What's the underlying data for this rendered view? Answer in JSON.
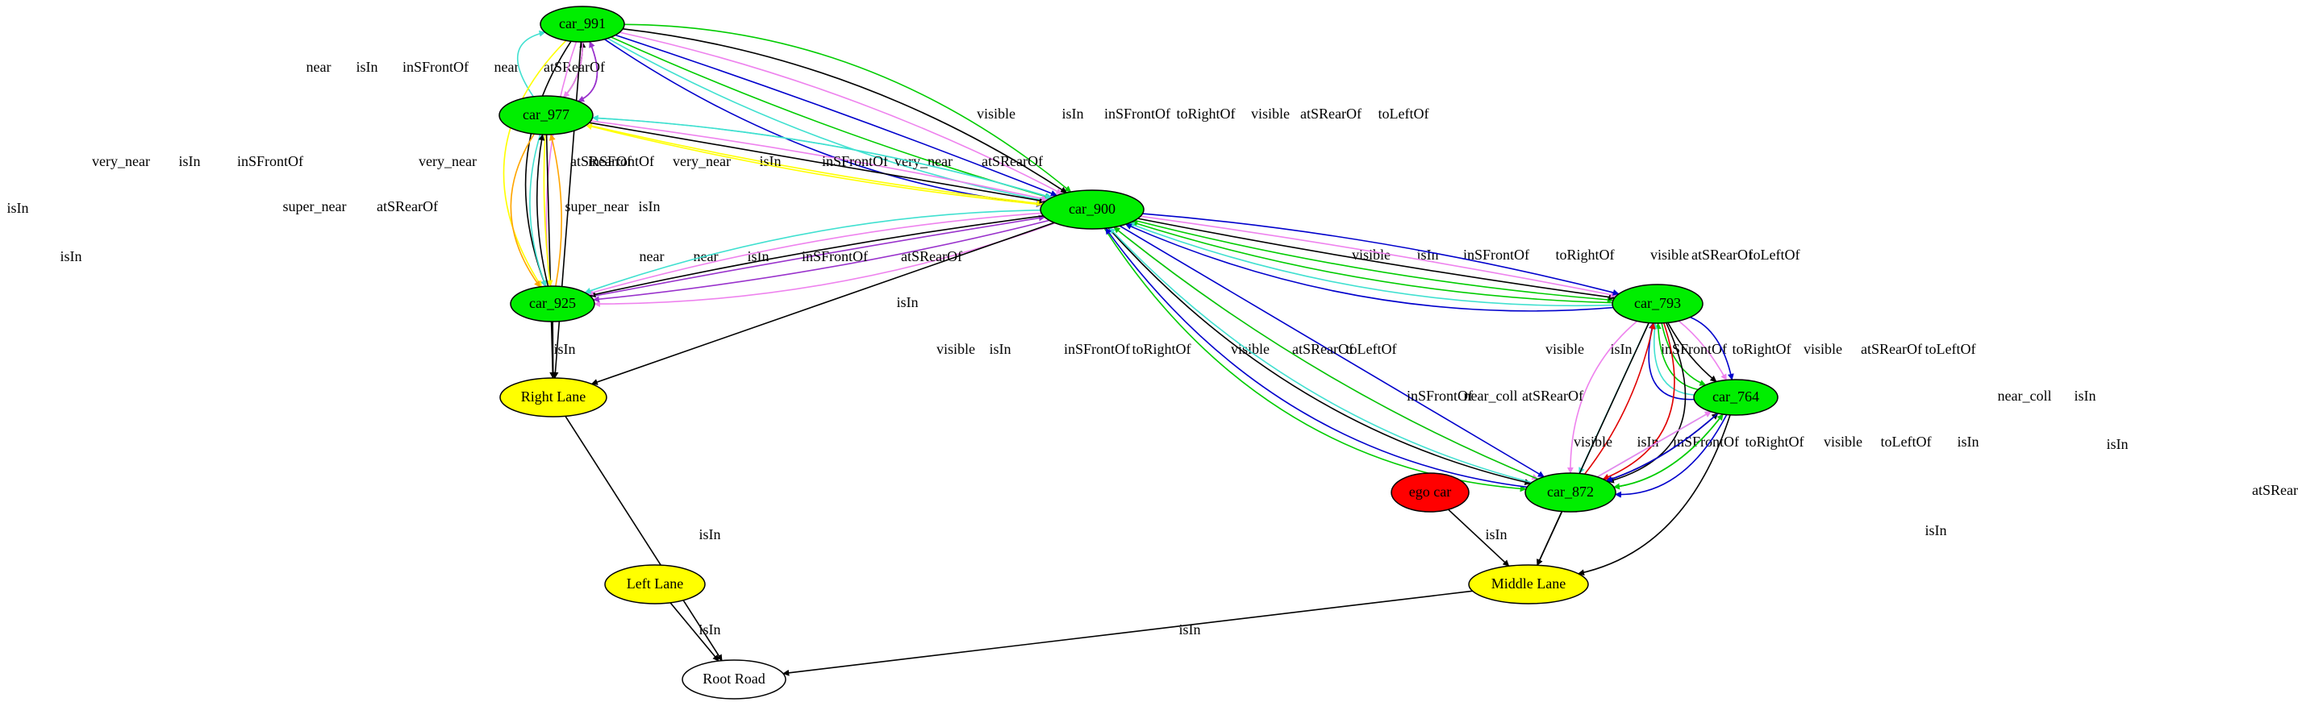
{
  "colors": {
    "black": "#000000",
    "green": "#00cc00",
    "violet": "#ee82ee",
    "blue": "#0000cc",
    "turquoise": "#40e0d0",
    "yellow": "#ffff00",
    "orange": "#ffa500",
    "purple": "#9932cc",
    "red": "#e00000",
    "car_fill": "#00ee00",
    "lane_fill": "#ffff00",
    "ego_fill": "#ff0000",
    "road_fill": "#ffffff"
  },
  "nodes": [
    {
      "id": "car_991",
      "label": "car_991",
      "kind": "car"
    },
    {
      "id": "car_977",
      "label": "car_977",
      "kind": "car"
    },
    {
      "id": "car_900",
      "label": "car_900",
      "kind": "car"
    },
    {
      "id": "car_925",
      "label": "car_925",
      "kind": "car"
    },
    {
      "id": "car_793",
      "label": "car_793",
      "kind": "car"
    },
    {
      "id": "car_764",
      "label": "car_764",
      "kind": "car"
    },
    {
      "id": "car_872",
      "label": "car_872",
      "kind": "car"
    },
    {
      "id": "ego_car",
      "label": "ego car",
      "kind": "ego"
    },
    {
      "id": "right_lane",
      "label": "Right Lane",
      "kind": "lane"
    },
    {
      "id": "left_lane",
      "label": "Left Lane",
      "kind": "lane"
    },
    {
      "id": "middle_lane",
      "label": "Middle Lane",
      "kind": "lane"
    },
    {
      "id": "root_road",
      "label": "Root Road",
      "kind": "road"
    }
  ],
  "edges": [
    {
      "from": "car_977",
      "to": "car_991",
      "label": "near",
      "color": "purple"
    },
    {
      "from": "car_977",
      "to": "car_991",
      "label": "isIn",
      "color": "black"
    },
    {
      "from": "car_991",
      "to": "car_977",
      "label": "inSFrontOf",
      "color": "violet"
    },
    {
      "from": "car_991",
      "to": "car_977",
      "label": "near",
      "color": "purple"
    },
    {
      "from": "car_977",
      "to": "car_991",
      "label": "atSRearOf",
      "color": "turquoise"
    },
    {
      "from": "car_991",
      "to": "right_lane",
      "label": "isIn",
      "color": "black"
    },
    {
      "from": "car_991",
      "to": "car_925",
      "label": "very_near",
      "color": "yellow"
    },
    {
      "from": "car_991",
      "to": "car_925",
      "label": "isIn",
      "color": "black"
    },
    {
      "from": "car_991",
      "to": "car_925",
      "label": "inSFrontOf",
      "color": "violet"
    },
    {
      "from": "car_991",
      "to": "car_900",
      "label": "visible",
      "color": "green"
    },
    {
      "from": "car_991",
      "to": "car_900",
      "label": "isIn",
      "color": "black"
    },
    {
      "from": "car_991",
      "to": "car_900",
      "label": "inSFrontOf",
      "color": "violet"
    },
    {
      "from": "car_991",
      "to": "car_900",
      "label": "toRightOf",
      "color": "blue"
    },
    {
      "from": "car_991",
      "to": "car_900",
      "label": "visible",
      "color": "green"
    },
    {
      "from": "car_991",
      "to": "car_900",
      "label": "atSRearOf",
      "color": "turquoise"
    },
    {
      "from": "car_991",
      "to": "car_900",
      "label": "toLeftOf",
      "color": "blue"
    },
    {
      "from": "car_977",
      "to": "right_lane",
      "label": "isIn",
      "color": "black"
    },
    {
      "from": "car_977",
      "to": "car_925",
      "label": "super_near",
      "color": "orange"
    },
    {
      "from": "car_977",
      "to": "car_925",
      "label": "atSRearOf",
      "color": "turquoise"
    },
    {
      "from": "car_977",
      "to": "car_925",
      "label": "very_near",
      "color": "yellow"
    },
    {
      "from": "car_925",
      "to": "car_977",
      "label": "super_near",
      "color": "orange"
    },
    {
      "from": "car_925",
      "to": "car_977",
      "label": "isIn",
      "color": "black"
    },
    {
      "from": "car_900",
      "to": "car_977",
      "label": "atSRearOf",
      "color": "turquoise"
    },
    {
      "from": "car_977",
      "to": "car_900",
      "label": "very_near",
      "color": "yellow"
    },
    {
      "from": "car_977",
      "to": "car_900",
      "label": "isIn",
      "color": "black"
    },
    {
      "from": "car_977",
      "to": "car_900",
      "label": "inSFrontOf",
      "color": "violet"
    },
    {
      "from": "car_900",
      "to": "car_977",
      "label": "very_near",
      "color": "yellow"
    },
    {
      "from": "car_977",
      "to": "car_900",
      "label": "atSRearOf",
      "color": "turquoise"
    },
    {
      "from": "car_900",
      "to": "car_925",
      "label": "inSFrontOf",
      "color": "violet"
    },
    {
      "from": "car_900",
      "to": "car_925",
      "label": "near",
      "color": "purple"
    },
    {
      "from": "car_925",
      "to": "car_900",
      "label": "near",
      "color": "purple"
    },
    {
      "from": "car_900",
      "to": "car_925",
      "label": "isIn",
      "color": "black"
    },
    {
      "from": "car_900",
      "to": "car_925",
      "label": "inSFrontOf",
      "color": "violet"
    },
    {
      "from": "car_900",
      "to": "car_925",
      "label": "atSRearOf",
      "color": "turquoise"
    },
    {
      "from": "car_900",
      "to": "right_lane",
      "label": "isIn",
      "color": "black"
    },
    {
      "from": "car_925",
      "to": "right_lane",
      "label": "isIn",
      "color": "black"
    },
    {
      "from": "right_lane",
      "to": "root_road",
      "label": "isIn",
      "color": "black"
    },
    {
      "from": "left_lane",
      "to": "root_road",
      "label": "isIn",
      "color": "black"
    },
    {
      "from": "middle_lane",
      "to": "root_road",
      "label": "isIn",
      "color": "black"
    },
    {
      "from": "car_900",
      "to": "car_793",
      "label": "visible",
      "color": "green"
    },
    {
      "from": "car_900",
      "to": "car_793",
      "label": "isIn",
      "color": "black"
    },
    {
      "from": "car_900",
      "to": "car_793",
      "label": "inSFrontOf",
      "color": "violet"
    },
    {
      "from": "car_900",
      "to": "car_793",
      "label": "toRightOf",
      "color": "blue"
    },
    {
      "from": "car_793",
      "to": "car_900",
      "label": "visible",
      "color": "green"
    },
    {
      "from": "car_793",
      "to": "car_900",
      "label": "atSRearOf",
      "color": "turquoise"
    },
    {
      "from": "car_793",
      "to": "car_900",
      "label": "toLeftOf",
      "color": "blue"
    },
    {
      "from": "car_900",
      "to": "car_872",
      "label": "visible",
      "color": "green"
    },
    {
      "from": "car_900",
      "to": "car_872",
      "label": "isIn",
      "color": "black"
    },
    {
      "from": "car_900",
      "to": "car_872",
      "label": "inSFrontOf",
      "color": "violet"
    },
    {
      "from": "car_900",
      "to": "car_872",
      "label": "toRightOf",
      "color": "blue"
    },
    {
      "from": "car_872",
      "to": "car_900",
      "label": "visible",
      "color": "green"
    },
    {
      "from": "car_872",
      "to": "car_900",
      "label": "atSRearOf",
      "color": "turquoise"
    },
    {
      "from": "car_872",
      "to": "car_900",
      "label": "toLeftOf",
      "color": "blue"
    },
    {
      "from": "car_793",
      "to": "car_764",
      "label": "visible",
      "color": "green"
    },
    {
      "from": "car_793",
      "to": "car_764",
      "label": "isIn",
      "color": "black"
    },
    {
      "from": "car_793",
      "to": "car_764",
      "label": "inSFrontOf",
      "color": "violet"
    },
    {
      "from": "car_793",
      "to": "car_764",
      "label": "toRightOf",
      "color": "blue"
    },
    {
      "from": "car_764",
      "to": "car_793",
      "label": "visible",
      "color": "green"
    },
    {
      "from": "car_764",
      "to": "car_793",
      "label": "atSRearOf",
      "color": "turquoise"
    },
    {
      "from": "car_764",
      "to": "car_793",
      "label": "toLeftOf",
      "color": "blue"
    },
    {
      "from": "car_793",
      "to": "car_872",
      "label": "inSFrontOf",
      "color": "violet"
    },
    {
      "from": "car_872",
      "to": "car_793",
      "label": "near_coll",
      "color": "red"
    },
    {
      "from": "car_793",
      "to": "car_872",
      "label": "atSRearOf",
      "color": "turquoise"
    },
    {
      "from": "car_793",
      "to": "car_872",
      "label": "near_coll",
      "color": "red"
    },
    {
      "from": "car_793",
      "to": "car_872",
      "label": "isIn",
      "color": "black"
    },
    {
      "from": "car_793",
      "to": "middle_lane",
      "label": "isIn",
      "color": "black"
    },
    {
      "from": "car_872",
      "to": "car_764",
      "label": "atSRearOf",
      "color": "turquoise"
    },
    {
      "from": "car_872",
      "to": "car_764",
      "label": "visible",
      "color": "green"
    },
    {
      "from": "car_872",
      "to": "car_764",
      "label": "isIn",
      "color": "black"
    },
    {
      "from": "car_872",
      "to": "car_764",
      "label": "inSFrontOf",
      "color": "violet"
    },
    {
      "from": "car_764",
      "to": "car_872",
      "label": "toRightOf",
      "color": "blue"
    },
    {
      "from": "car_764",
      "to": "car_872",
      "label": "visible",
      "color": "green"
    },
    {
      "from": "car_764",
      "to": "car_872",
      "label": "toLeftOf",
      "color": "blue"
    },
    {
      "from": "car_764",
      "to": "middle_lane",
      "label": "isIn",
      "color": "black"
    },
    {
      "from": "ego_car",
      "to": "middle_lane",
      "label": "isIn",
      "color": "black"
    },
    {
      "from": "car_872",
      "to": "middle_lane",
      "label": "isIn",
      "color": "black"
    }
  ]
}
